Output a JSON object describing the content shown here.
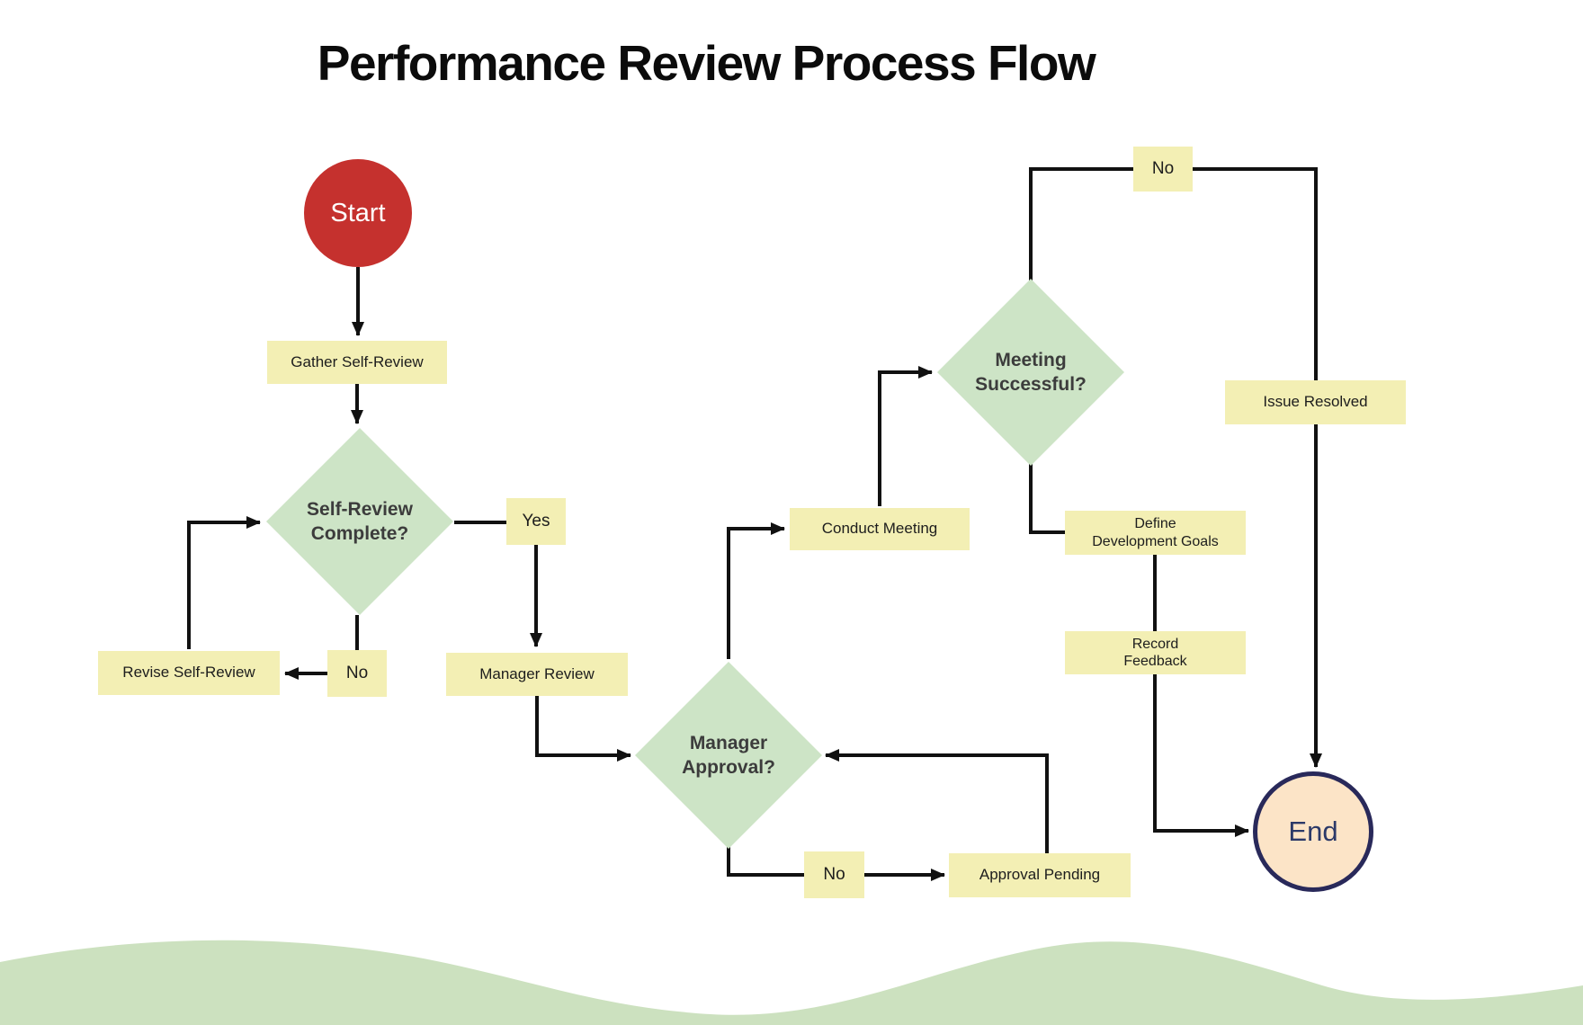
{
  "title": "Performance Review Process Flow",
  "colors": {
    "background": "#ffffff",
    "start_fill": "#c5312e",
    "start_text": "#ffffff",
    "process_fill": "#f3efb4",
    "process_text": "#1d1d1d",
    "decision_fill": "#cde4c6",
    "decision_text": "#3c3c3c",
    "end_fill": "#fce4c7",
    "end_border": "#29295a",
    "end_text": "#2c3968",
    "connector": "#111111",
    "wave_fill": "#cce1bf"
  },
  "nodes": [
    {
      "id": "start",
      "type": "start",
      "label": "Start"
    },
    {
      "id": "gather-self-review",
      "type": "process",
      "label": "Gather Self-Review"
    },
    {
      "id": "self-review-complete",
      "type": "decision",
      "label": "Self-Review\nComplete?"
    },
    {
      "id": "yes-1",
      "type": "label",
      "label": "Yes"
    },
    {
      "id": "no-1",
      "type": "label",
      "label": "No"
    },
    {
      "id": "revise-self-review",
      "type": "process",
      "label": "Revise Self-Review"
    },
    {
      "id": "manager-review",
      "type": "process",
      "label": "Manager Review"
    },
    {
      "id": "manager-approval",
      "type": "decision",
      "label": "Manager\nApproval?"
    },
    {
      "id": "conduct-meeting",
      "type": "process",
      "label": "Conduct Meeting"
    },
    {
      "id": "meeting-successful",
      "type": "decision",
      "label": "Meeting\nSuccessful?"
    },
    {
      "id": "no-2",
      "type": "label",
      "label": "No"
    },
    {
      "id": "issue-resolved",
      "type": "process",
      "label": "Issue Resolved"
    },
    {
      "id": "define-development-goals",
      "type": "process",
      "label": "Define\nDevelopment Goals"
    },
    {
      "id": "record-feedback",
      "type": "process",
      "label": "Record\nFeedback"
    },
    {
      "id": "no-3",
      "type": "label",
      "label": "No"
    },
    {
      "id": "approval-pending",
      "type": "process",
      "label": "Approval Pending"
    },
    {
      "id": "end",
      "type": "end",
      "label": "End"
    }
  ],
  "edges": [
    {
      "from": "start",
      "to": "gather-self-review"
    },
    {
      "from": "gather-self-review",
      "to": "self-review-complete"
    },
    {
      "from": "self-review-complete",
      "to": "manager-review",
      "label": "Yes"
    },
    {
      "from": "self-review-complete",
      "to": "revise-self-review",
      "label": "No"
    },
    {
      "from": "revise-self-review",
      "to": "self-review-complete"
    },
    {
      "from": "manager-review",
      "to": "manager-approval"
    },
    {
      "from": "manager-approval",
      "to": "conduct-meeting"
    },
    {
      "from": "conduct-meeting",
      "to": "meeting-successful"
    },
    {
      "from": "meeting-successful",
      "to": "issue-resolved",
      "label": "No"
    },
    {
      "from": "issue-resolved",
      "to": "end"
    },
    {
      "from": "meeting-successful",
      "to": "define-development-goals"
    },
    {
      "from": "define-development-goals",
      "to": "record-feedback"
    },
    {
      "from": "record-feedback",
      "to": "end"
    },
    {
      "from": "manager-approval",
      "to": "approval-pending",
      "label": "No"
    },
    {
      "from": "approval-pending",
      "to": "manager-approval"
    }
  ]
}
